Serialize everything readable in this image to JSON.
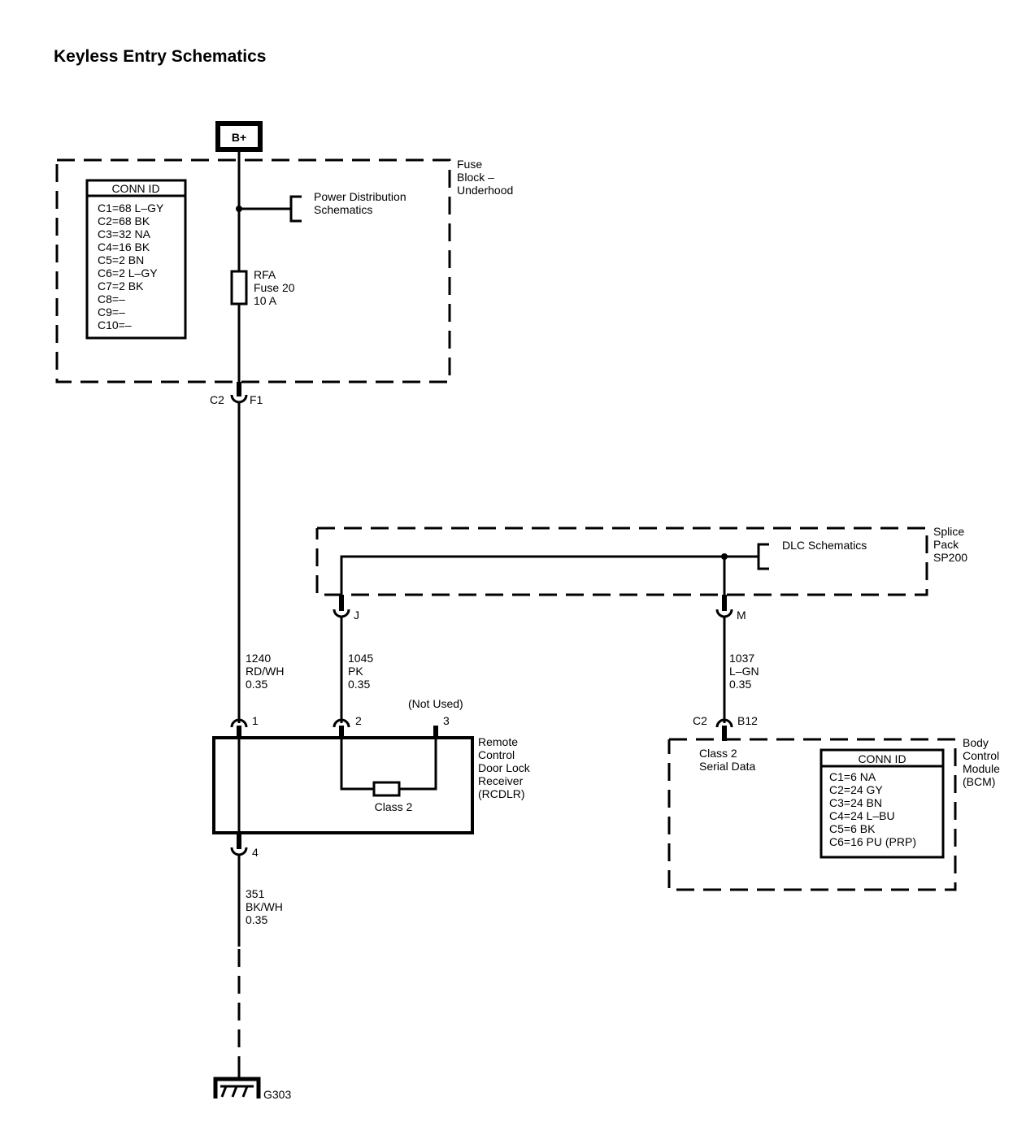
{
  "title": "Keyless Entry Schematics",
  "power_source": {
    "label": "B+"
  },
  "fuse_block": {
    "name_lines": [
      "Fuse",
      "Block –",
      "Underhood"
    ],
    "conn_id": {
      "header": "CONN ID",
      "rows": [
        "C1=68 L–GY",
        "C2=68 BK",
        "C3=32 NA",
        "C4=16 BK",
        "C5=2 BN",
        "C6=2 L–GY",
        "C7=2 BK",
        "C8=–",
        "C9=–",
        "C10=–"
      ]
    },
    "reference": [
      "Power Distribution",
      "Schematics"
    ],
    "fuse": [
      "RFA",
      "Fuse 20",
      "10 A"
    ],
    "connector": {
      "left": "C2",
      "right": "F1"
    }
  },
  "splice_pack": {
    "name_lines": [
      "Splice",
      "Pack",
      "SP200"
    ],
    "reference": "DLC Schematics",
    "pins": {
      "left": "J",
      "right": "M"
    }
  },
  "wires": {
    "w1240": [
      "1240",
      "RD/WH",
      "0.35"
    ],
    "w1045": [
      "1045",
      "PK",
      "0.35"
    ],
    "w1037": [
      "1037",
      "L–GN",
      "0.35"
    ],
    "w351": [
      "351",
      "BK/WH",
      "0.35"
    ]
  },
  "rcdlr": {
    "name_lines": [
      "Remote",
      "Control",
      "Door Lock",
      "Receiver",
      "(RCDLR)"
    ],
    "pins": {
      "p1": "1",
      "p2": "2",
      "p3": "3",
      "p4": "4"
    },
    "not_used": "(Not Used)",
    "internal": "Class 2"
  },
  "bcm": {
    "name_lines": [
      "Body",
      "Control",
      "Module",
      "(BCM)"
    ],
    "connector": {
      "left": "C2",
      "right": "B12"
    },
    "function": [
      "Class 2",
      "Serial Data"
    ],
    "conn_id": {
      "header": "CONN ID",
      "rows": [
        "C1=6 NA",
        "C2=24 GY",
        "C3=24 BN",
        "C4=24 L–BU",
        "C5=6 BK",
        "C6=16 PU (PRP)"
      ]
    }
  },
  "ground": {
    "label": "G303"
  }
}
